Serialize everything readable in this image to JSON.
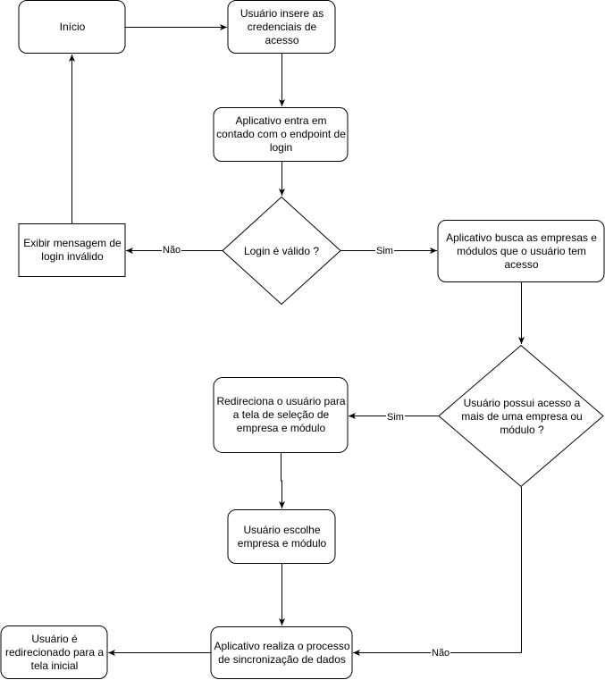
{
  "nodes": {
    "inicio": "Início",
    "usuario_insere": "Usuário insere as credenciais de acesso",
    "aplicativo_login": "Aplicativo entra em contado com o endpoint de login",
    "login_valido": "Login é válido ?",
    "exibir_mensagem": "Exibir mensagem de login inválido",
    "busca_empresas": "Aplicativo busca as empresas e módulos que o usuário tem acesso",
    "possui_acesso": "Usuário possui acesso a mais de uma empresa ou módulo ?",
    "redireciona_selecao": "Redireciona o usuário para a tela de seleção de empresa e módulo",
    "escolhe_empresa": "Usuário escolhe empresa e módulo",
    "sincronizacao": "Aplicativo realiza o processo de sincronização de dados",
    "tela_inicial": "Usuário é redirecionado para a tela inicial"
  },
  "edge_labels": {
    "login_nao": "Não",
    "login_sim": "Sim",
    "acesso_sim": "Sim",
    "acesso_nao": "Não"
  }
}
